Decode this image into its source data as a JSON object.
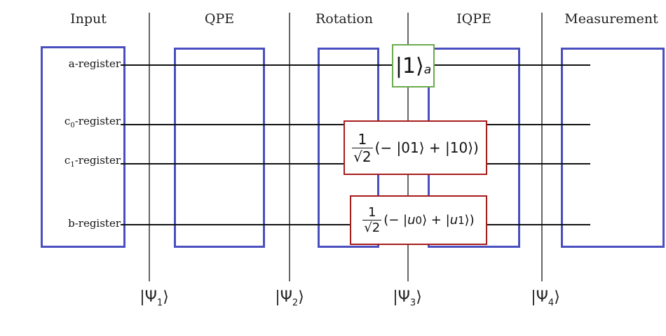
{
  "stages": [
    "Input",
    "QPE",
    "Rotation",
    "IQPE",
    "Measurement"
  ],
  "registers": {
    "a": {
      "name": "a-register"
    },
    "c0": {
      "name": "c",
      "sub": "0",
      "suffix": "-register"
    },
    "c1": {
      "name": "c",
      "sub": "1",
      "suffix": "-register"
    },
    "b": {
      "name": "b-register"
    }
  },
  "states": [
    {
      "sym": "|Ψ",
      "sub": "1",
      "close": "⟩"
    },
    {
      "sym": "|Ψ",
      "sub": "2",
      "close": "⟩"
    },
    {
      "sym": "|Ψ",
      "sub": "3",
      "close": "⟩"
    },
    {
      "sym": "|Ψ",
      "sub": "4",
      "close": "⟩"
    }
  ],
  "ancilla_state": {
    "ket": "|1⟩",
    "sub": "a"
  },
  "clock_state": {
    "num": "1",
    "den": "√2",
    "expr": "(− |01⟩ + |10⟩)"
  },
  "b_state": {
    "num": "1",
    "den": "√2",
    "open": "(− |",
    "u0": "u",
    "u0sub": "0",
    "mid": "⟩ + |",
    "u1": "u",
    "u1sub": "1",
    "close": "⟩)"
  },
  "colors": {
    "block": "#4a4fbf",
    "ancilla_box": "#6aab4c",
    "state_box": "#a81c1c",
    "divider": "#666666"
  }
}
